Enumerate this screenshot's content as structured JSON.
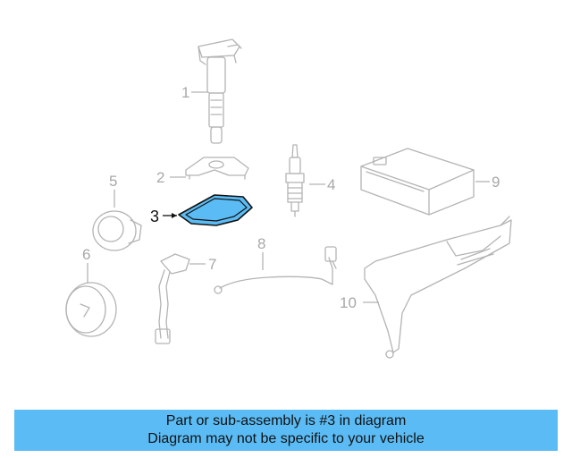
{
  "callouts": {
    "p1": "1",
    "p2": "2",
    "p3": "3",
    "p4": "4",
    "p5": "5",
    "p6": "6",
    "p7": "7",
    "p8": "8",
    "p9": "9",
    "p10": "10"
  },
  "highlight_color": "#5bbcf5",
  "banner": {
    "line1": "Part or sub-assembly is #3 in diagram",
    "line2": "Diagram may not be specific to your vehicle"
  }
}
